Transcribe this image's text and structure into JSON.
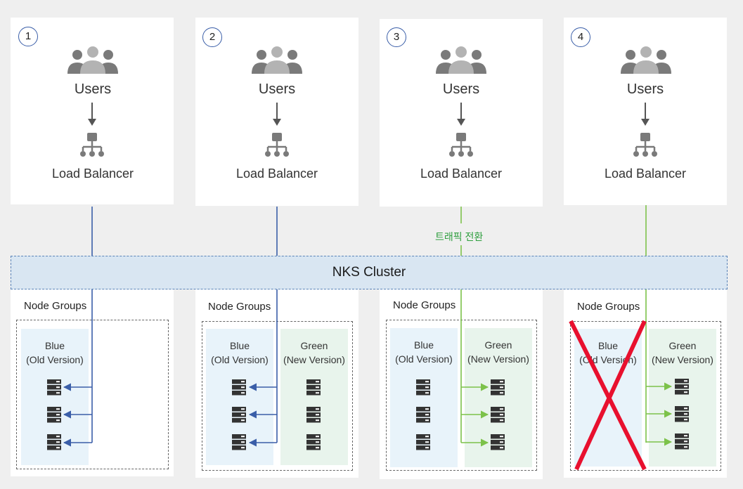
{
  "colors": {
    "blue_line": "#3a5ea8",
    "green_line": "#7cc24a",
    "traffic_text": "#2e9e3e",
    "cross": "#e8102e"
  },
  "icons": {
    "users": "users-group-icon",
    "load_balancer": "load-balancer-icon",
    "server": "server-rack-icon"
  },
  "cluster": {
    "label": "NKS Cluster"
  },
  "traffic_label": "트래픽 전환",
  "steps": [
    {
      "number": "1",
      "users_label": "Users",
      "lb_label": "Load Balancer",
      "node_groups_label": "Node Groups",
      "blue": {
        "line1": "Blue",
        "line2": "(Old Version)"
      },
      "traffic_to": "blue"
    },
    {
      "number": "2",
      "users_label": "Users",
      "lb_label": "Load Balancer",
      "node_groups_label": "Node Groups",
      "blue": {
        "line1": "Blue",
        "line2": "(Old Version)"
      },
      "green": {
        "line1": "Green",
        "line2": "(New Version)"
      },
      "traffic_to": "blue"
    },
    {
      "number": "3",
      "users_label": "Users",
      "lb_label": "Load Balancer",
      "node_groups_label": "Node Groups",
      "blue": {
        "line1": "Blue",
        "line2": "(Old Version)"
      },
      "green": {
        "line1": "Green",
        "line2": "(New Version)"
      },
      "traffic_to": "green"
    },
    {
      "number": "4",
      "users_label": "Users",
      "lb_label": "Load Balancer",
      "node_groups_label": "Node Groups",
      "blue": {
        "line1": "Blue",
        "line2": "(Old Version)",
        "removed": true
      },
      "green": {
        "line1": "Green",
        "line2": "(New Version)"
      },
      "traffic_to": "green"
    }
  ]
}
